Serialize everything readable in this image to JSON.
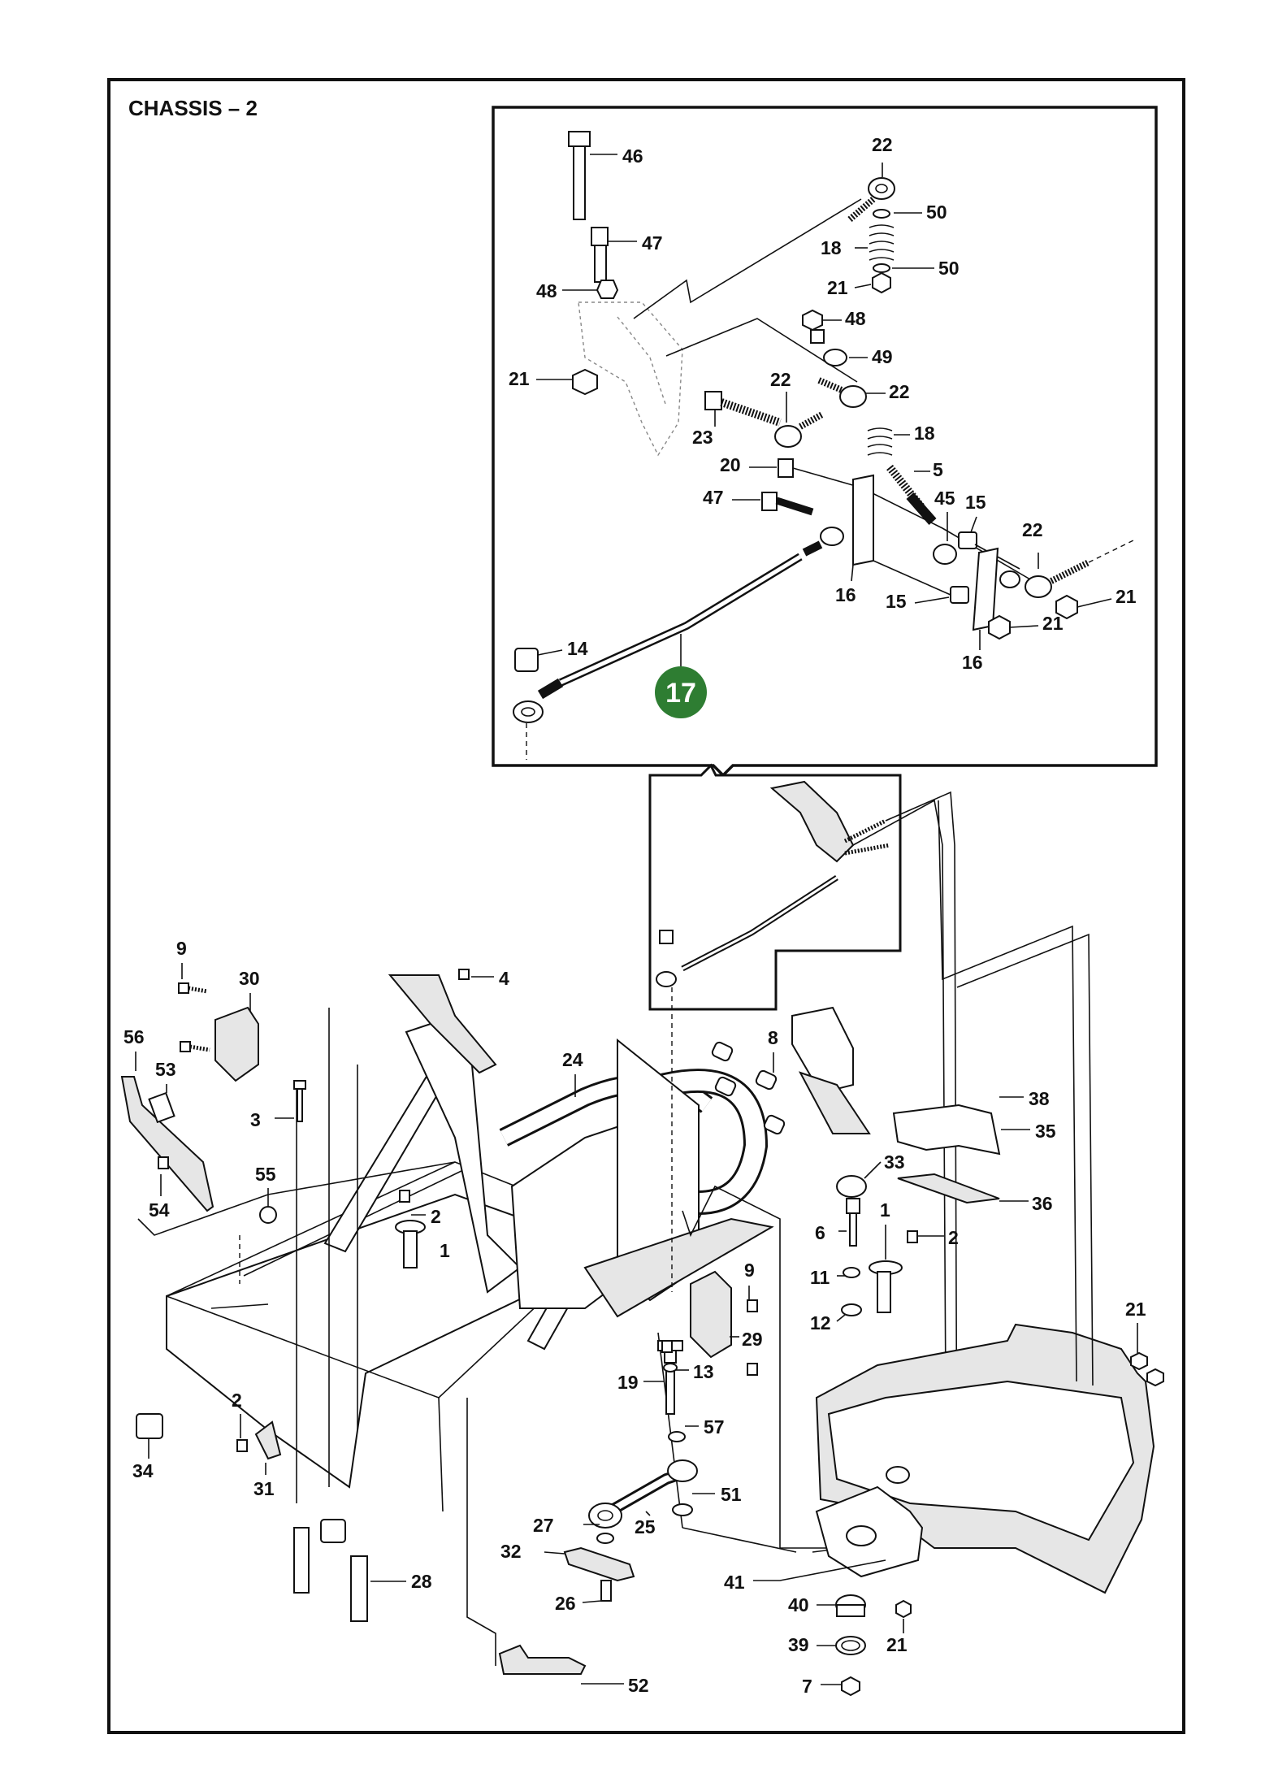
{
  "title": "CHASSIS – 2",
  "callout": {
    "number": "17",
    "color": "#2e7d32"
  },
  "labels": {
    "l1": "46",
    "l2": "22",
    "l3": "50",
    "l4": "47",
    "l5": "18",
    "l6": "50",
    "l7": "48",
    "l8": "21",
    "l9": "48",
    "l10": "49",
    "l11": "21",
    "l12": "22",
    "l13": "22",
    "l14": "23",
    "l15": "18",
    "l16": "20",
    "l17": "5",
    "l18": "47",
    "l19": "45",
    "l20": "15",
    "l21": "22",
    "l22": "16",
    "l23": "15",
    "l24": "21",
    "l25": "21",
    "l26": "14",
    "l27": "16",
    "m1": "9",
    "m2": "30",
    "m3": "4",
    "m4": "56",
    "m5": "53",
    "m6": "24",
    "m7": "8",
    "m8": "3",
    "m9": "38",
    "m10": "35",
    "m11": "55",
    "m12": "33",
    "m13": "54",
    "m14": "2",
    "m15": "36",
    "m16": "1",
    "m17": "6",
    "m18": "1",
    "m19": "2",
    "m20": "9",
    "m21": "11",
    "m22": "12",
    "m23": "29",
    "m24": "21",
    "m25": "13",
    "m26": "19",
    "m27": "57",
    "m28": "2",
    "m29": "34",
    "m30": "31",
    "m31": "51",
    "m32": "27",
    "m33": "25",
    "m34": "32",
    "m35": "28",
    "m36": "41",
    "m37": "40",
    "m38": "26",
    "m39": "39",
    "m40": "21",
    "m41": "52",
    "m42": "7"
  }
}
